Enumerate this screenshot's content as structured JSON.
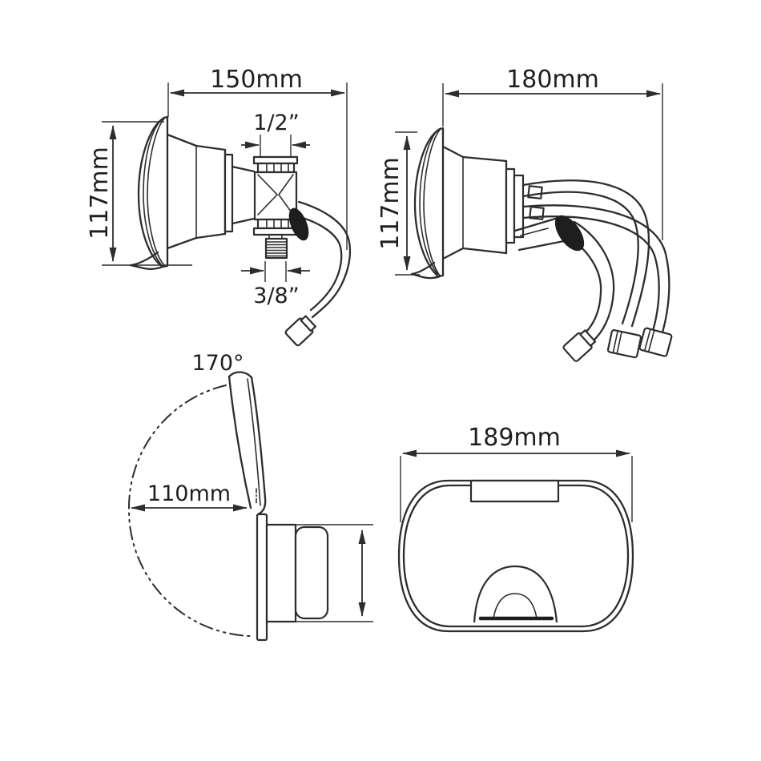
{
  "drawing": {
    "background": "#ffffff",
    "line_color": "#2d2d2d",
    "views": {
      "side_closed": {
        "width": "150mm",
        "height": "117mm",
        "top_thread": "1/2”",
        "bottom_thread": "3/8”"
      },
      "side_hoses": {
        "width": "180mm",
        "height": "117mm"
      },
      "side_open": {
        "opening_angle": "170°",
        "open_reach": "110mm"
      },
      "front": {
        "width": "189mm"
      }
    }
  }
}
